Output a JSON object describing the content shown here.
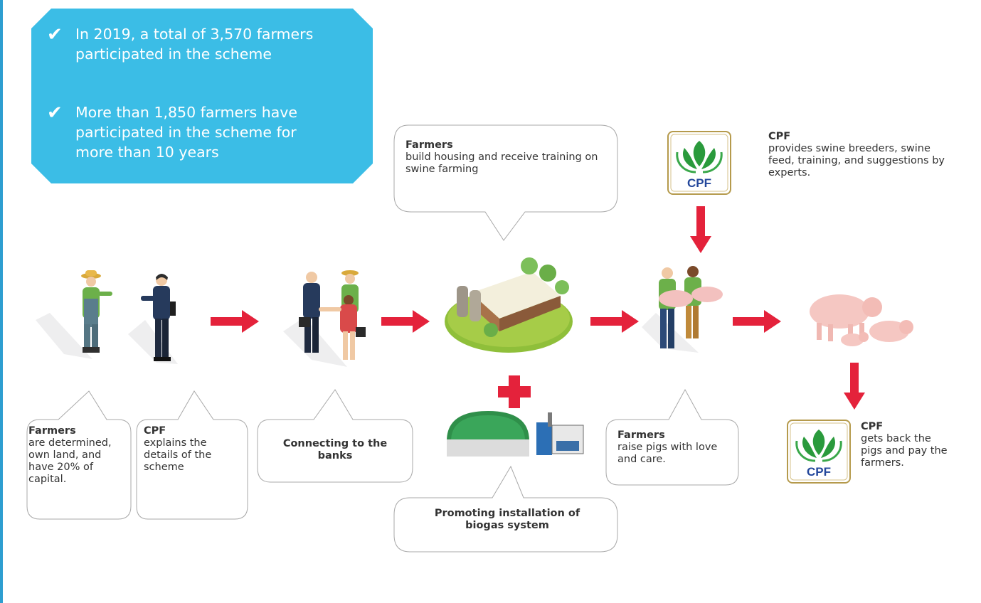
{
  "stats": [
    "In 2019, a total of 3,570 farmers participated in the scheme",
    "More than 1,850 farmers have participated in the scheme for more than 10 years"
  ],
  "steps": {
    "farmers_start": {
      "title": "Farmers",
      "body": "are determined, own land, and have 20% of capital."
    },
    "cpf_explains": {
      "title": "CPF",
      "body": "explains the details of the scheme"
    },
    "banks": {
      "text": "Connecting to the banks"
    },
    "housing": {
      "title": "Farmers",
      "body": "build housing and receive training on swine farming"
    },
    "biogas": {
      "text": "Promoting installation of biogas system"
    },
    "cpf_provides": {
      "title": "CPF",
      "body": "provides swine breeders, swine feed, training, and suggestions by experts."
    },
    "raise": {
      "title": "Farmers",
      "body": "raise pigs with love and care."
    },
    "cpf_buys": {
      "title": "CPF",
      "body": "gets back the pigs and pay the farmers."
    }
  },
  "logo_text": "CPF",
  "icons": [
    "check-icon",
    "farmer-icon",
    "businessman-icon",
    "handshake-icon",
    "farm-icon",
    "plus-icon",
    "biogas-icon",
    "pig-farmers-icon",
    "pigs-icon",
    "arrow-right-icon",
    "arrow-down-icon",
    "cpf-logo"
  ],
  "colors": {
    "stats_box": "#3bbde6",
    "arrow": "#e4223b",
    "logo_green": "#2a9a3c",
    "logo_border": "#b59a4c",
    "logo_text": "#23479b",
    "accent_rule": "#2d9ed0"
  }
}
